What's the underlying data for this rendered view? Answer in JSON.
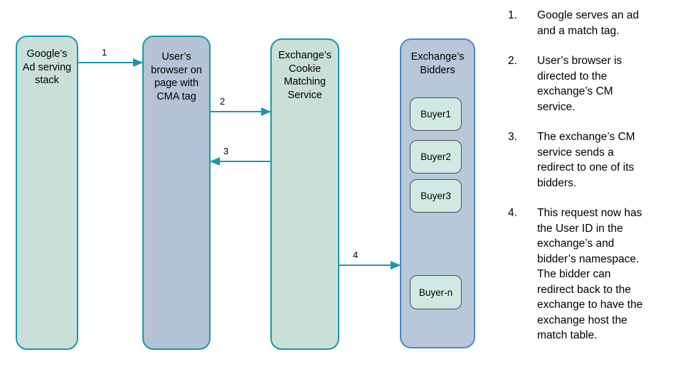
{
  "diagram": {
    "nodes": [
      {
        "id": "google",
        "label": "Google’s\nAd serving\nstack",
        "fill": "#c9dfd8",
        "border": "#1b96a8"
      },
      {
        "id": "browser",
        "label": "User’s\nbrowser on\npage with\nCMA tag",
        "fill": "#b4c3d5",
        "border": "#1b96a8"
      },
      {
        "id": "cms",
        "label": "Exchange’s\nCookie\nMatching\nService",
        "fill": "#c9dfd8",
        "border": "#1b96a8"
      },
      {
        "id": "bidders",
        "label": "Exchange’s\nBidders",
        "fill": "#b9c7da",
        "border": "#4f86c6"
      }
    ],
    "buyers": [
      "Buyer1",
      "Buyer2",
      "Buyer3",
      "Buyer-n"
    ],
    "buyer_fill": "#d0e9e3",
    "arrows": [
      {
        "number": "1",
        "from": "google",
        "to": "browser",
        "direction": "right"
      },
      {
        "number": "2",
        "from": "browser",
        "to": "cms",
        "direction": "right"
      },
      {
        "number": "3",
        "from": "cms",
        "to": "browser",
        "direction": "left"
      },
      {
        "number": "4",
        "from": "cms",
        "to": "bidders",
        "direction": "right"
      }
    ],
    "arrow_color": "#1b96a8"
  },
  "notes": {
    "items": [
      {
        "number": "1.",
        "text": "Google serves an ad\nand a match tag."
      },
      {
        "number": "2.",
        "text": "User’s browser is\ndirected to the\nexchange’s CM\nservice."
      },
      {
        "number": "3.",
        "text": "The exchange’s CM\nservice sends a\nredirect to one of its\nbidders."
      },
      {
        "number": "4.",
        "text": "This request now has\nthe User ID in the\nexchange’s and\nbidder’s namespace.\nThe bidder can\nredirect back to the\nexchange to have the\nexchange host the\nmatch table."
      }
    ]
  }
}
